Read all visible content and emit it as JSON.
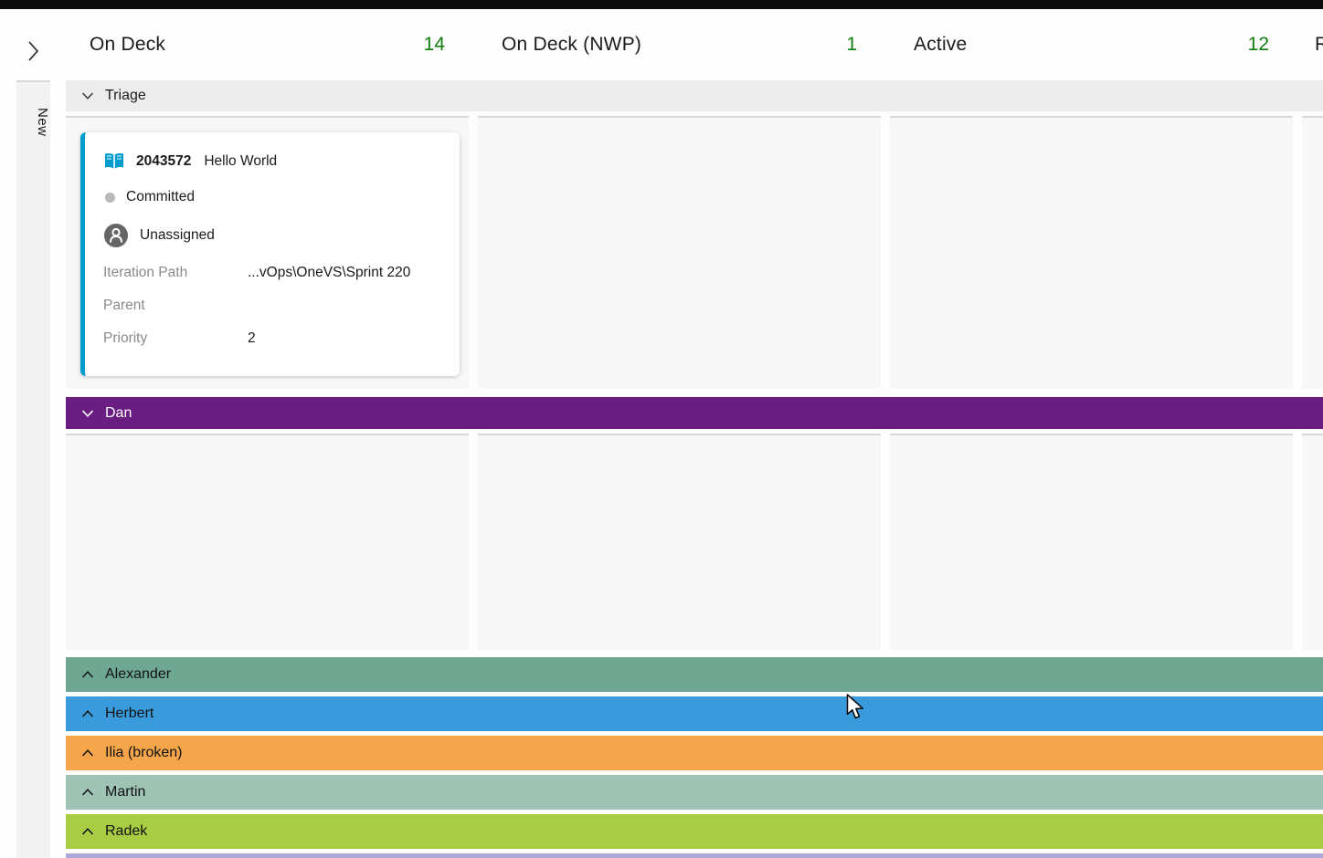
{
  "window": {
    "top_bar_color": "#0b0b0b"
  },
  "header": {
    "count_color": "#107c10",
    "columns": [
      {
        "label": "On Deck",
        "count": "14"
      },
      {
        "label": "On Deck (NWP)",
        "count": "1"
      },
      {
        "label": "Active",
        "count": "12"
      },
      {
        "label": "R",
        "count": ""
      }
    ]
  },
  "left_rail": {
    "label": "New"
  },
  "lanes": {
    "triage": {
      "label": "Triage",
      "state": "expanded",
      "color": "#ececec"
    },
    "dan": {
      "label": "Dan",
      "state": "expanded",
      "color": "#6a1e82"
    },
    "collapsed": [
      {
        "label": "Alexander",
        "color": "#6ea893"
      },
      {
        "label": "Herbert",
        "color": "#3a9bdc"
      },
      {
        "label": "Ilia (broken)",
        "color": "#f5a54a"
      },
      {
        "label": "Martin",
        "color": "#9fc3b4"
      },
      {
        "label": "Radek",
        "color": "#a8cc43"
      }
    ],
    "partial_bottom_lane_color": "#aca8dc"
  },
  "card": {
    "id": "2043572",
    "title": "Hello World",
    "state": "Committed",
    "assignee": "Unassigned",
    "accent_color": "#009ccc",
    "fields": [
      {
        "label": "Iteration Path",
        "value": "...vOps\\OneVS\\Sprint 220"
      },
      {
        "label": "Parent",
        "value": ""
      },
      {
        "label": "Priority",
        "value": "2"
      }
    ]
  }
}
